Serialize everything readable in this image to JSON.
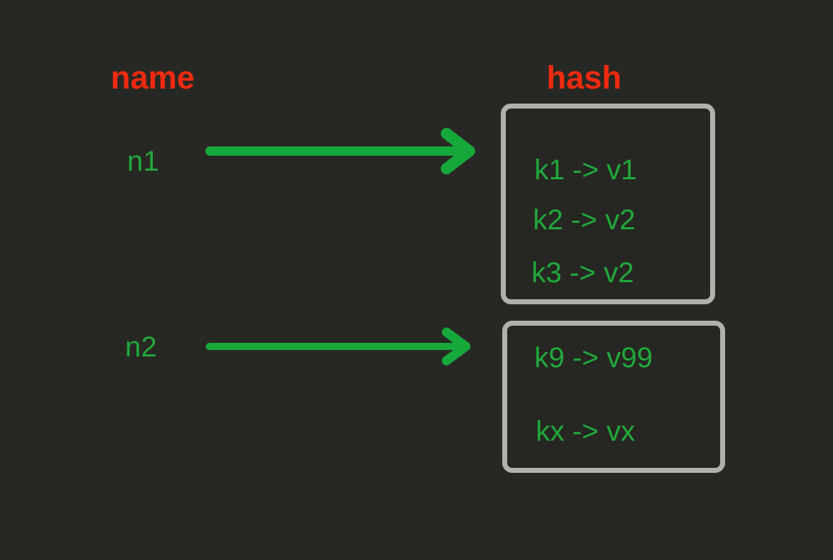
{
  "diagram": {
    "title_columns": {
      "left": "name",
      "right": "hash"
    },
    "colors": {
      "background": "#272823",
      "heading": "#ef2a10",
      "text_green": "#21a83c",
      "arrow_green": "#17a83c",
      "box_border": "#b0b0ad",
      "box_fill": "#262722"
    },
    "nodes": [
      {
        "label": "n1",
        "arrow": "arrow-right-icon",
        "entries": [
          "k1 -> v1",
          "k2 -> v2",
          "k3 -> v2"
        ]
      },
      {
        "label": "n2",
        "arrow": "arrow-right-icon",
        "entries": [
          "k9 -> v99",
          "kx -> vx"
        ]
      }
    ]
  }
}
